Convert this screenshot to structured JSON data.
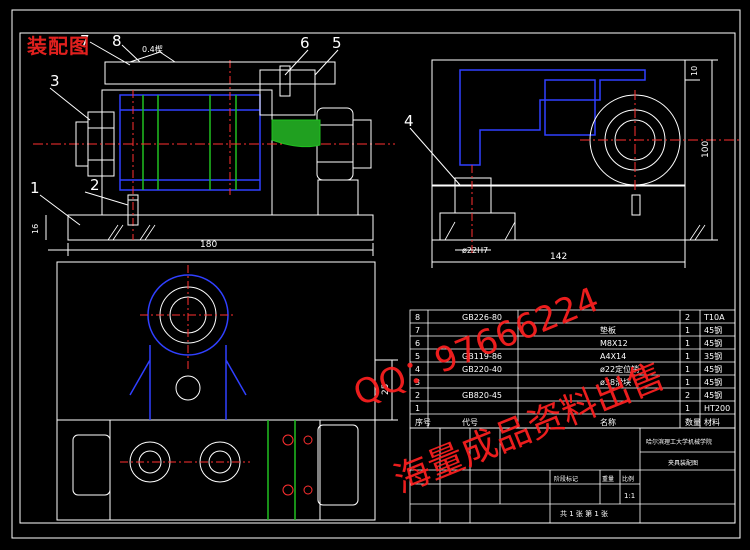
{
  "drawing_title": "装配图",
  "callouts": [
    "1",
    "2",
    "3",
    "4",
    "5",
    "6",
    "7",
    "8"
  ],
  "dimensions": {
    "front_width": "180",
    "front_height_left": "16",
    "side_width": "142",
    "side_height": "100",
    "side_top": "10",
    "side_dia": "ø22H7",
    "plan_height": "25",
    "chamfer_note": "0.4楔"
  },
  "bom": [
    {
      "no": "8",
      "code": "GB226-80",
      "name": "",
      "qty": "2",
      "material": "T10A"
    },
    {
      "no": "7",
      "code": "",
      "name": "垫板",
      "qty": "1",
      "material": "45钢"
    },
    {
      "no": "6",
      "code": "",
      "name": "M8X12",
      "qty": "1",
      "material": "45钢"
    },
    {
      "no": "5",
      "code": "GB119-86",
      "name": "A4X14",
      "qty": "1",
      "material": "35钢"
    },
    {
      "no": "4",
      "code": "GB220-40",
      "name": "ø22定位销",
      "qty": "1",
      "material": "45钢"
    },
    {
      "no": "3",
      "code": "",
      "name": "ø38滑块",
      "qty": "1",
      "material": "45钢"
    },
    {
      "no": "2",
      "code": "GB820-45",
      "name": "",
      "qty": "2",
      "material": "45钢"
    },
    {
      "no": "1",
      "code": "",
      "name": "",
      "qty": "1",
      "material": "HT200"
    }
  ],
  "bom_header": {
    "no": "序号",
    "code": "代号",
    "name": "名称",
    "qty": "数量",
    "material": "材料"
  },
  "title_block": {
    "school": "哈尔滨理工大学机械学院",
    "drawing_name": "夹具装配图",
    "scale": "1:1",
    "sheets": "共 1 张  第 1 张",
    "stage_label": "阶段标记",
    "weight_label": "重量",
    "scale_label": "比例"
  },
  "watermark": {
    "line1": "QQ：97666224",
    "line2": "海量成品资料出售"
  }
}
